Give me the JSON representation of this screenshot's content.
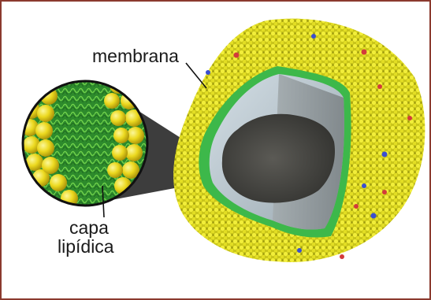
{
  "labels": {
    "membrana": "membrana",
    "capa": "capa",
    "lipidica": "lipídica"
  },
  "colors": {
    "border": "#8b3a2e",
    "lipid_yellow": "#e6e21e",
    "membrane_green": "#3db84a",
    "interior_gray": "#8d9599",
    "nucleus_dark": "#4a4a48"
  }
}
